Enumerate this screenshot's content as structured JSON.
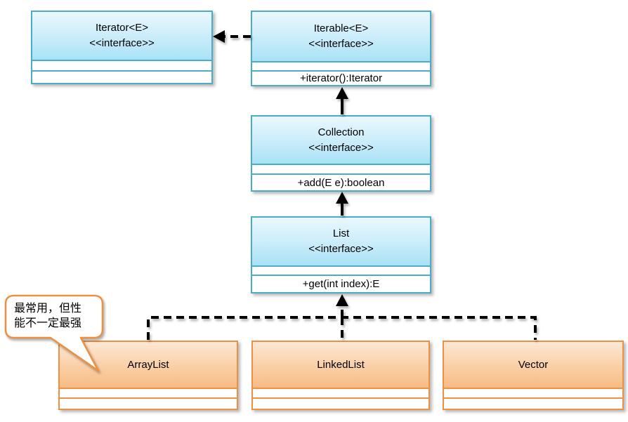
{
  "diagram": {
    "boxes": [
      {
        "id": "iterator",
        "kind": "interface",
        "name": "Iterator<E>",
        "stereotype": "<<interface>>",
        "attributes": "",
        "methods": ""
      },
      {
        "id": "iterable",
        "kind": "interface",
        "name": "Iterable<E>",
        "stereotype": "<<interface>>",
        "attributes": "",
        "methods": "+iterator():Iterator"
      },
      {
        "id": "collection",
        "kind": "interface",
        "name": "Collection",
        "stereotype": "<<interface>>",
        "attributes": "",
        "methods": "+add(E e):boolean"
      },
      {
        "id": "list",
        "kind": "interface",
        "name": "List",
        "stereotype": "<<interface>>",
        "attributes": "",
        "methods": "+get(int index):E"
      },
      {
        "id": "arraylist",
        "kind": "class",
        "name": "ArrayList",
        "attributes": "",
        "methods": ""
      },
      {
        "id": "linkedlist",
        "kind": "class",
        "name": "LinkedList",
        "attributes": "",
        "methods": ""
      },
      {
        "id": "vector",
        "kind": "class",
        "name": "Vector",
        "attributes": "",
        "methods": ""
      }
    ],
    "callout": {
      "lines": [
        "最常用，但性",
        "能不一定最强"
      ],
      "full_text": "最常用，但性能不一定最强",
      "points_to": "ArrayList"
    },
    "relationships": [
      {
        "from": "Iterable<E>",
        "to": "Iterator<E>",
        "style": "dashed-arrow"
      },
      {
        "from": "Collection",
        "to": "Iterable<E>",
        "style": "solid-arrow"
      },
      {
        "from": "List",
        "to": "Collection",
        "style": "solid-arrow"
      },
      {
        "from": "ArrayList",
        "to": "List",
        "style": "dashed-arrow"
      },
      {
        "from": "LinkedList",
        "to": "List",
        "style": "dashed-arrow"
      },
      {
        "from": "Vector",
        "to": "List",
        "style": "dashed-arrow"
      }
    ],
    "colors": {
      "interface_border": "#4BACC6",
      "interface_fill_top": "#EAF8FE",
      "interface_fill_bottom": "#A8E2F6",
      "class_border": "#EC9143",
      "class_fill_top": "#FDE8D4",
      "class_fill_bottom": "#F7BB85",
      "connector": "#000000",
      "background": "#FFFFFF"
    }
  }
}
